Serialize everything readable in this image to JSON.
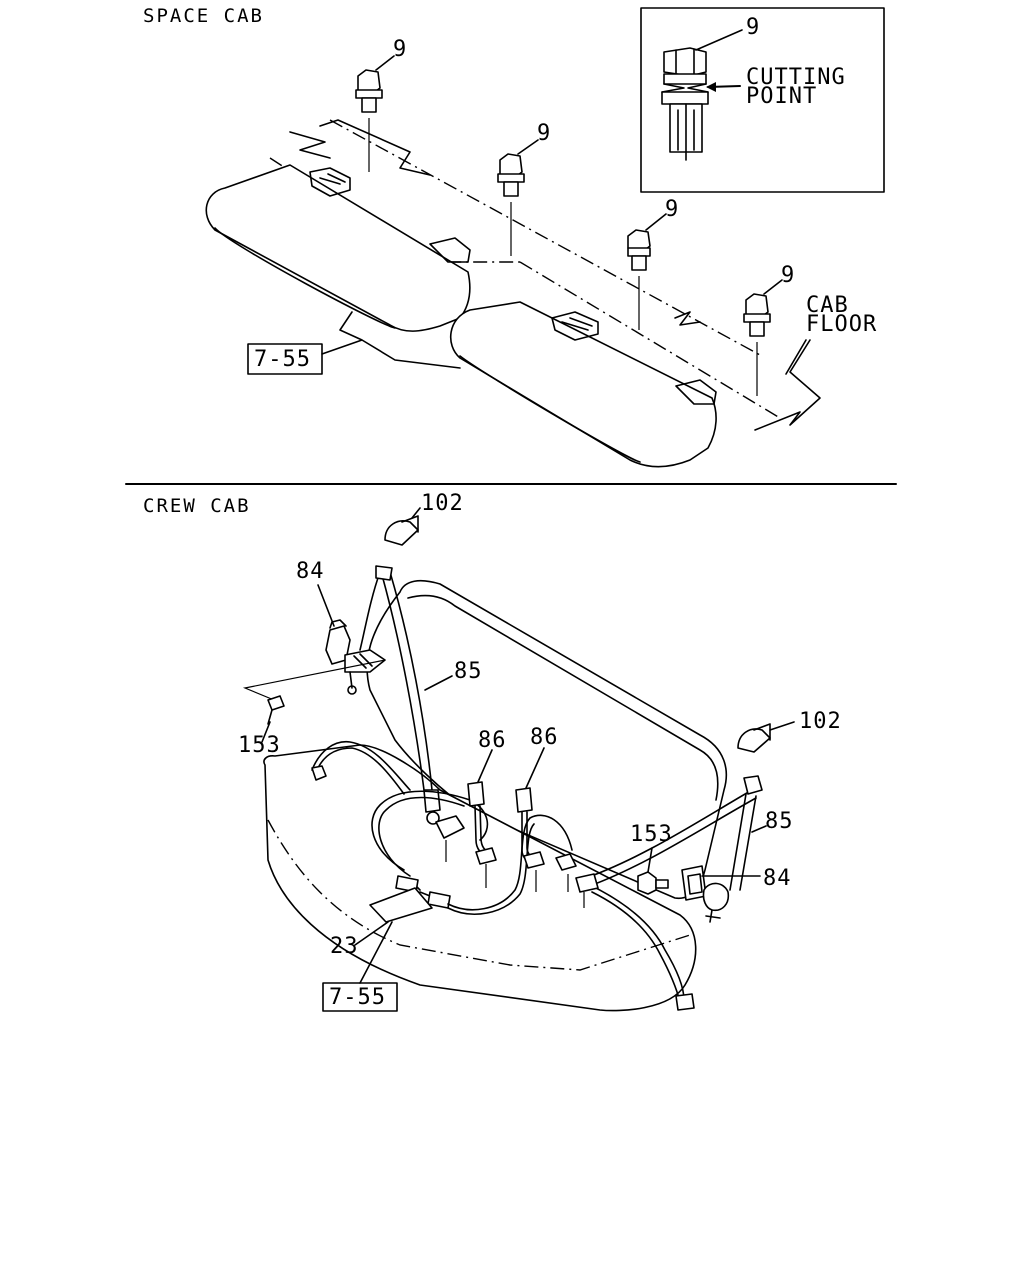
{
  "sections": {
    "space_cab": "SPACE CAB",
    "crew_cab": "CREW CAB"
  },
  "inset": {
    "part": "9",
    "note_line1": "CUTTING",
    "note_line2": "POINT"
  },
  "space_cab": {
    "bolt_labels": [
      "9",
      "9",
      "9",
      "9"
    ],
    "floor_line1": "CAB",
    "floor_line2": "FLOOR",
    "ref_box": "7-55"
  },
  "crew_cab": {
    "labels": {
      "p102_left": "102",
      "p84_left": "84",
      "p85_left": "85",
      "p153_left": "153",
      "p86_a": "86",
      "p86_b": "86",
      "p102_right": "102",
      "p85_right": "85",
      "p153_right": "153",
      "p84_right": "84",
      "p23": "23"
    },
    "ref_box": "7-55"
  }
}
